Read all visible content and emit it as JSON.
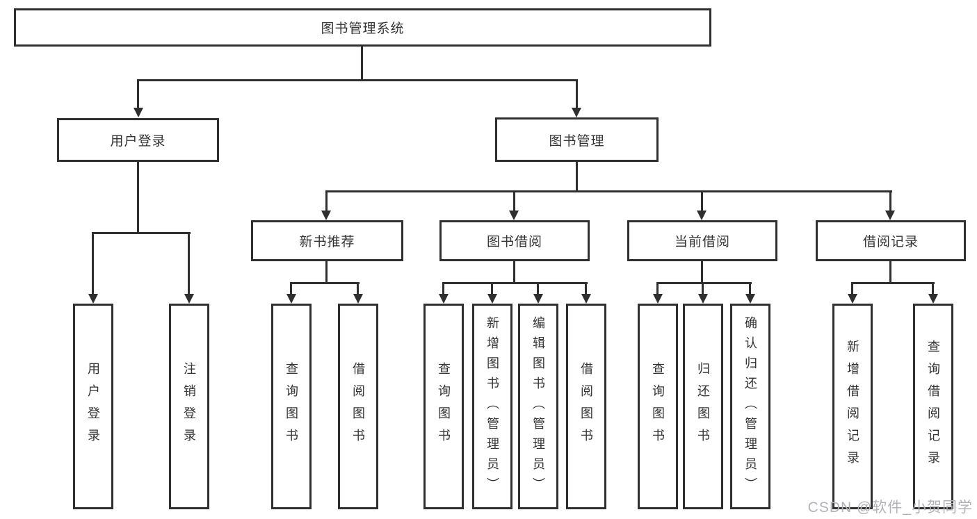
{
  "nodes": {
    "root": "图书管理系统",
    "user_login": "用户登录",
    "book_mgmt": "图书管理",
    "new_book_rec": "新书推荐",
    "book_borrow": "图书借阅",
    "current_borrow": "当前借阅",
    "borrow_records": "借阅记录",
    "leaf_user_login": "用户登录",
    "leaf_logout": "注销登录",
    "leaf_query_book_new": "查询图书",
    "leaf_borrow_book_new": "借阅图书",
    "leaf_query_book_borrow": "查询图书",
    "leaf_add_book": "新增图书（管理员）",
    "leaf_edit_book": "编辑图书（管理员）",
    "leaf_borrow_book_borrow": "借阅图书",
    "leaf_query_book_current": "查询图书",
    "leaf_return_book": "归还图书",
    "leaf_confirm_return": "确认归还（管理员）",
    "leaf_add_borrow_record": "新增借阅记录",
    "leaf_query_borrow_record": "查询借阅记录"
  },
  "watermark": "CSDN @软件_小贺同学",
  "colors": {
    "line": "#2f2f2f",
    "text": "#333333",
    "watermark": "#b2b2b8",
    "background": "#ffffff"
  }
}
